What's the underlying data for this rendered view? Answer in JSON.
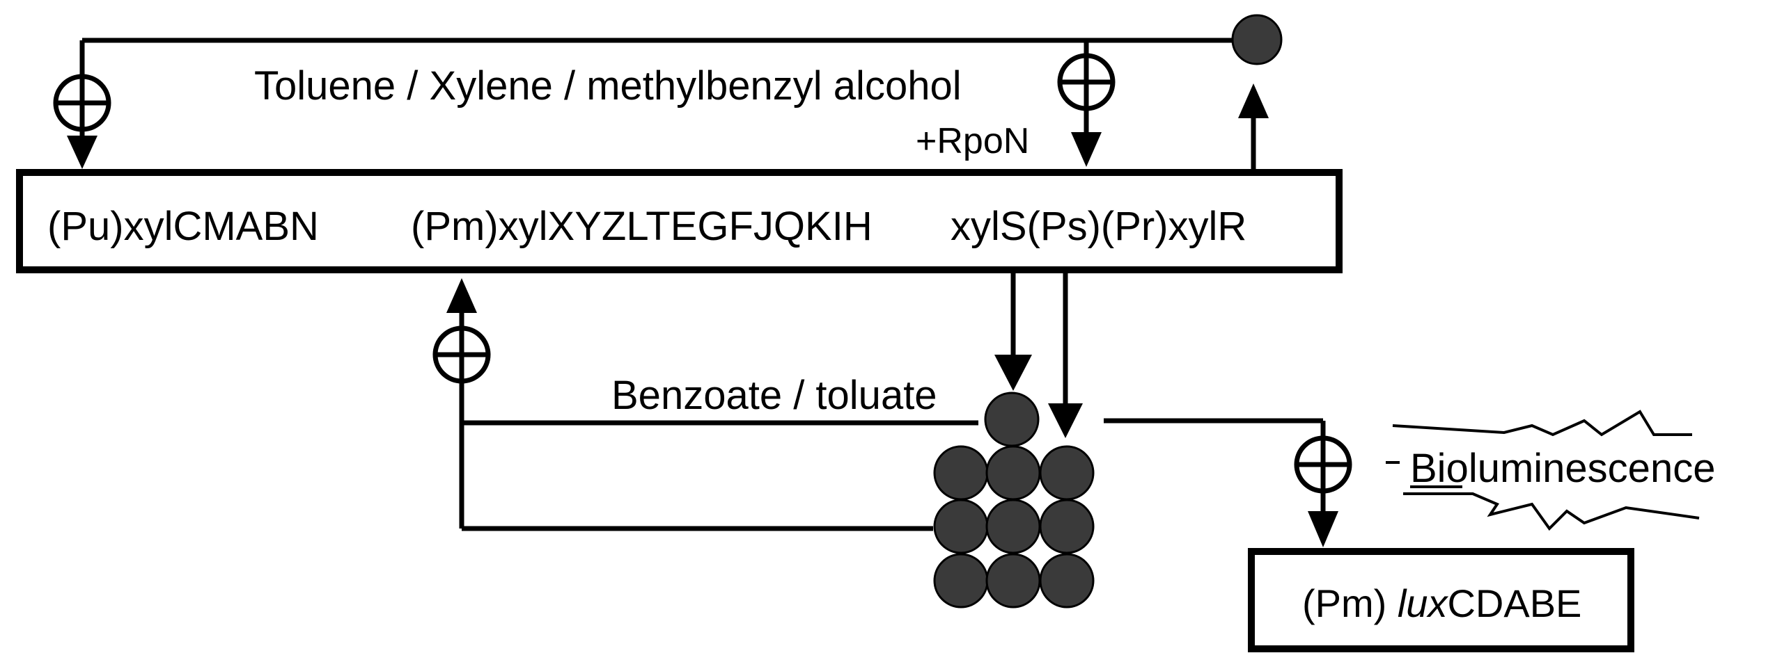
{
  "operon": {
    "upper": "(Pu)xylCMABN",
    "meta": "(Pm)xylXYZLTEGFJQKIH",
    "regulators": "xylS(Ps)(Pr)xylR"
  },
  "labels": {
    "upper_inducers": "Toluene / Xylene / methylbenzyl  alcohol",
    "rpon": "+RpoN",
    "meta_inducers": "Benzoate / toluate",
    "bioluminescence": "Bioluminescence"
  },
  "reporter": {
    "promoter": "(Pm) ",
    "gene_italic": "lux",
    "gene_rest": "CDABE"
  },
  "symbols": {
    "activation": "plus-circle-icon",
    "regulator_protein": "filled-circle-icon"
  }
}
